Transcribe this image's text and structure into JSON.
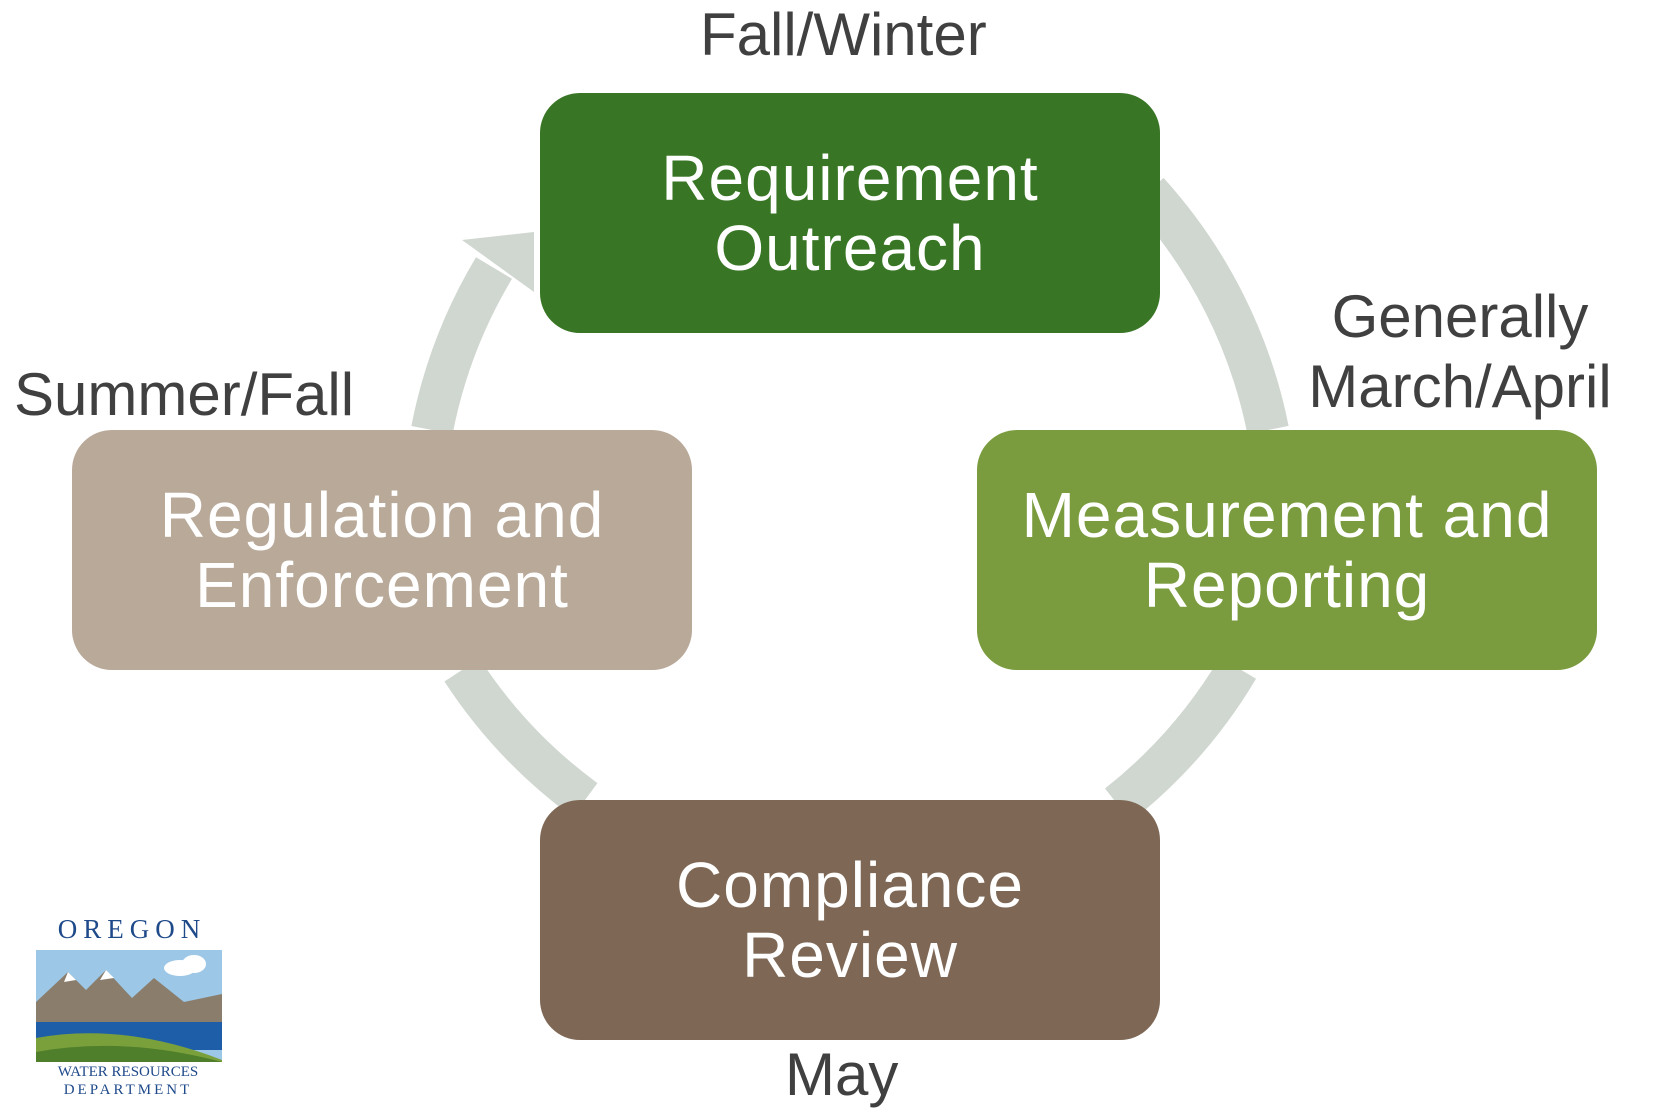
{
  "stages": {
    "outreach": {
      "label": "Requirement\nOutreach",
      "season": "Fall/Winter",
      "color": "#387524"
    },
    "measurement": {
      "label": "Measurement and\nReporting",
      "season": "Generally\nMarch/April",
      "color": "#7a9c3e"
    },
    "compliance": {
      "label": "Compliance\nReview",
      "season": "May",
      "color": "#7e6855"
    },
    "regulation": {
      "label": "Regulation and\nEnforcement",
      "season": "Summer/Fall",
      "color": "#b9a999"
    }
  },
  "arrow_color": "#d0d7d0",
  "logo": {
    "top_text": "OREGON",
    "line1": "WATER RESOURCES",
    "line2": "DEPARTMENT",
    "text_color": "#1f4a8a"
  }
}
